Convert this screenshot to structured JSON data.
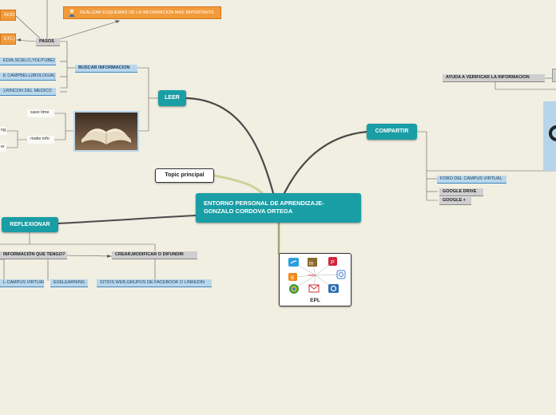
{
  "central": {
    "title": "ENTORNO PERSONAL DE APRENDIZAJE-GONZALO CORDOVA ORTEGA"
  },
  "topic": {
    "label": "Topic principal"
  },
  "leer": {
    "label": "LEER",
    "pasos": "PASOS",
    "orange_left_top": "ACION",
    "orange_left_mid": "ETC.)",
    "realizar": "REALIZAR ESQUEMAS DE LA INFORMACION MAS IMPORTANTE",
    "buscar": "BUSCAR INFORMACION",
    "src1": "EDIA,SCIELO,YOUTUBE)",
    "src2": "E CAMPBELL(BIOLOGIA)",
    "src3": ");RINCON DEL MEDICO",
    "save_time": "save time",
    "make_info": "make info",
    "frag1": "ng",
    "frag2": "er"
  },
  "compartir": {
    "label": "COMPARTIR",
    "ayuda": "AYUDA A VERIFICAR LA INFORMACION",
    "foro": "FORO DEL CAMPUS VIRTUAL",
    "drive": "GOOGLE DRIVE",
    "gplus": "GOOGLE +"
  },
  "reflexionar": {
    "label": "REFLEXIONAR",
    "pregunta": "INFORMACIÓN QUE TENGO?",
    "crear": "CREAR,MODIFICAR O DIFUNDIR",
    "campus": "L CAMPUS VIRTUAL",
    "exelearning": "EXELEARNING",
    "sitios": "SITIOS WEB,GRUPOS DE FACEBOOK O LINKEDIN"
  },
  "epl": {
    "label": "EPL",
    "icons": [
      "twitter-icon",
      "linkedin-icon",
      "pinterest-icon",
      "blogger-icon",
      "gmail-icon",
      "chrome-icon",
      "delicious-icon",
      "gear-icon"
    ]
  },
  "colors": {
    "teal": "#1a9ea6",
    "blue": "#b9d7ec",
    "orange": "#f19b3b",
    "background": "#f1efe2"
  }
}
